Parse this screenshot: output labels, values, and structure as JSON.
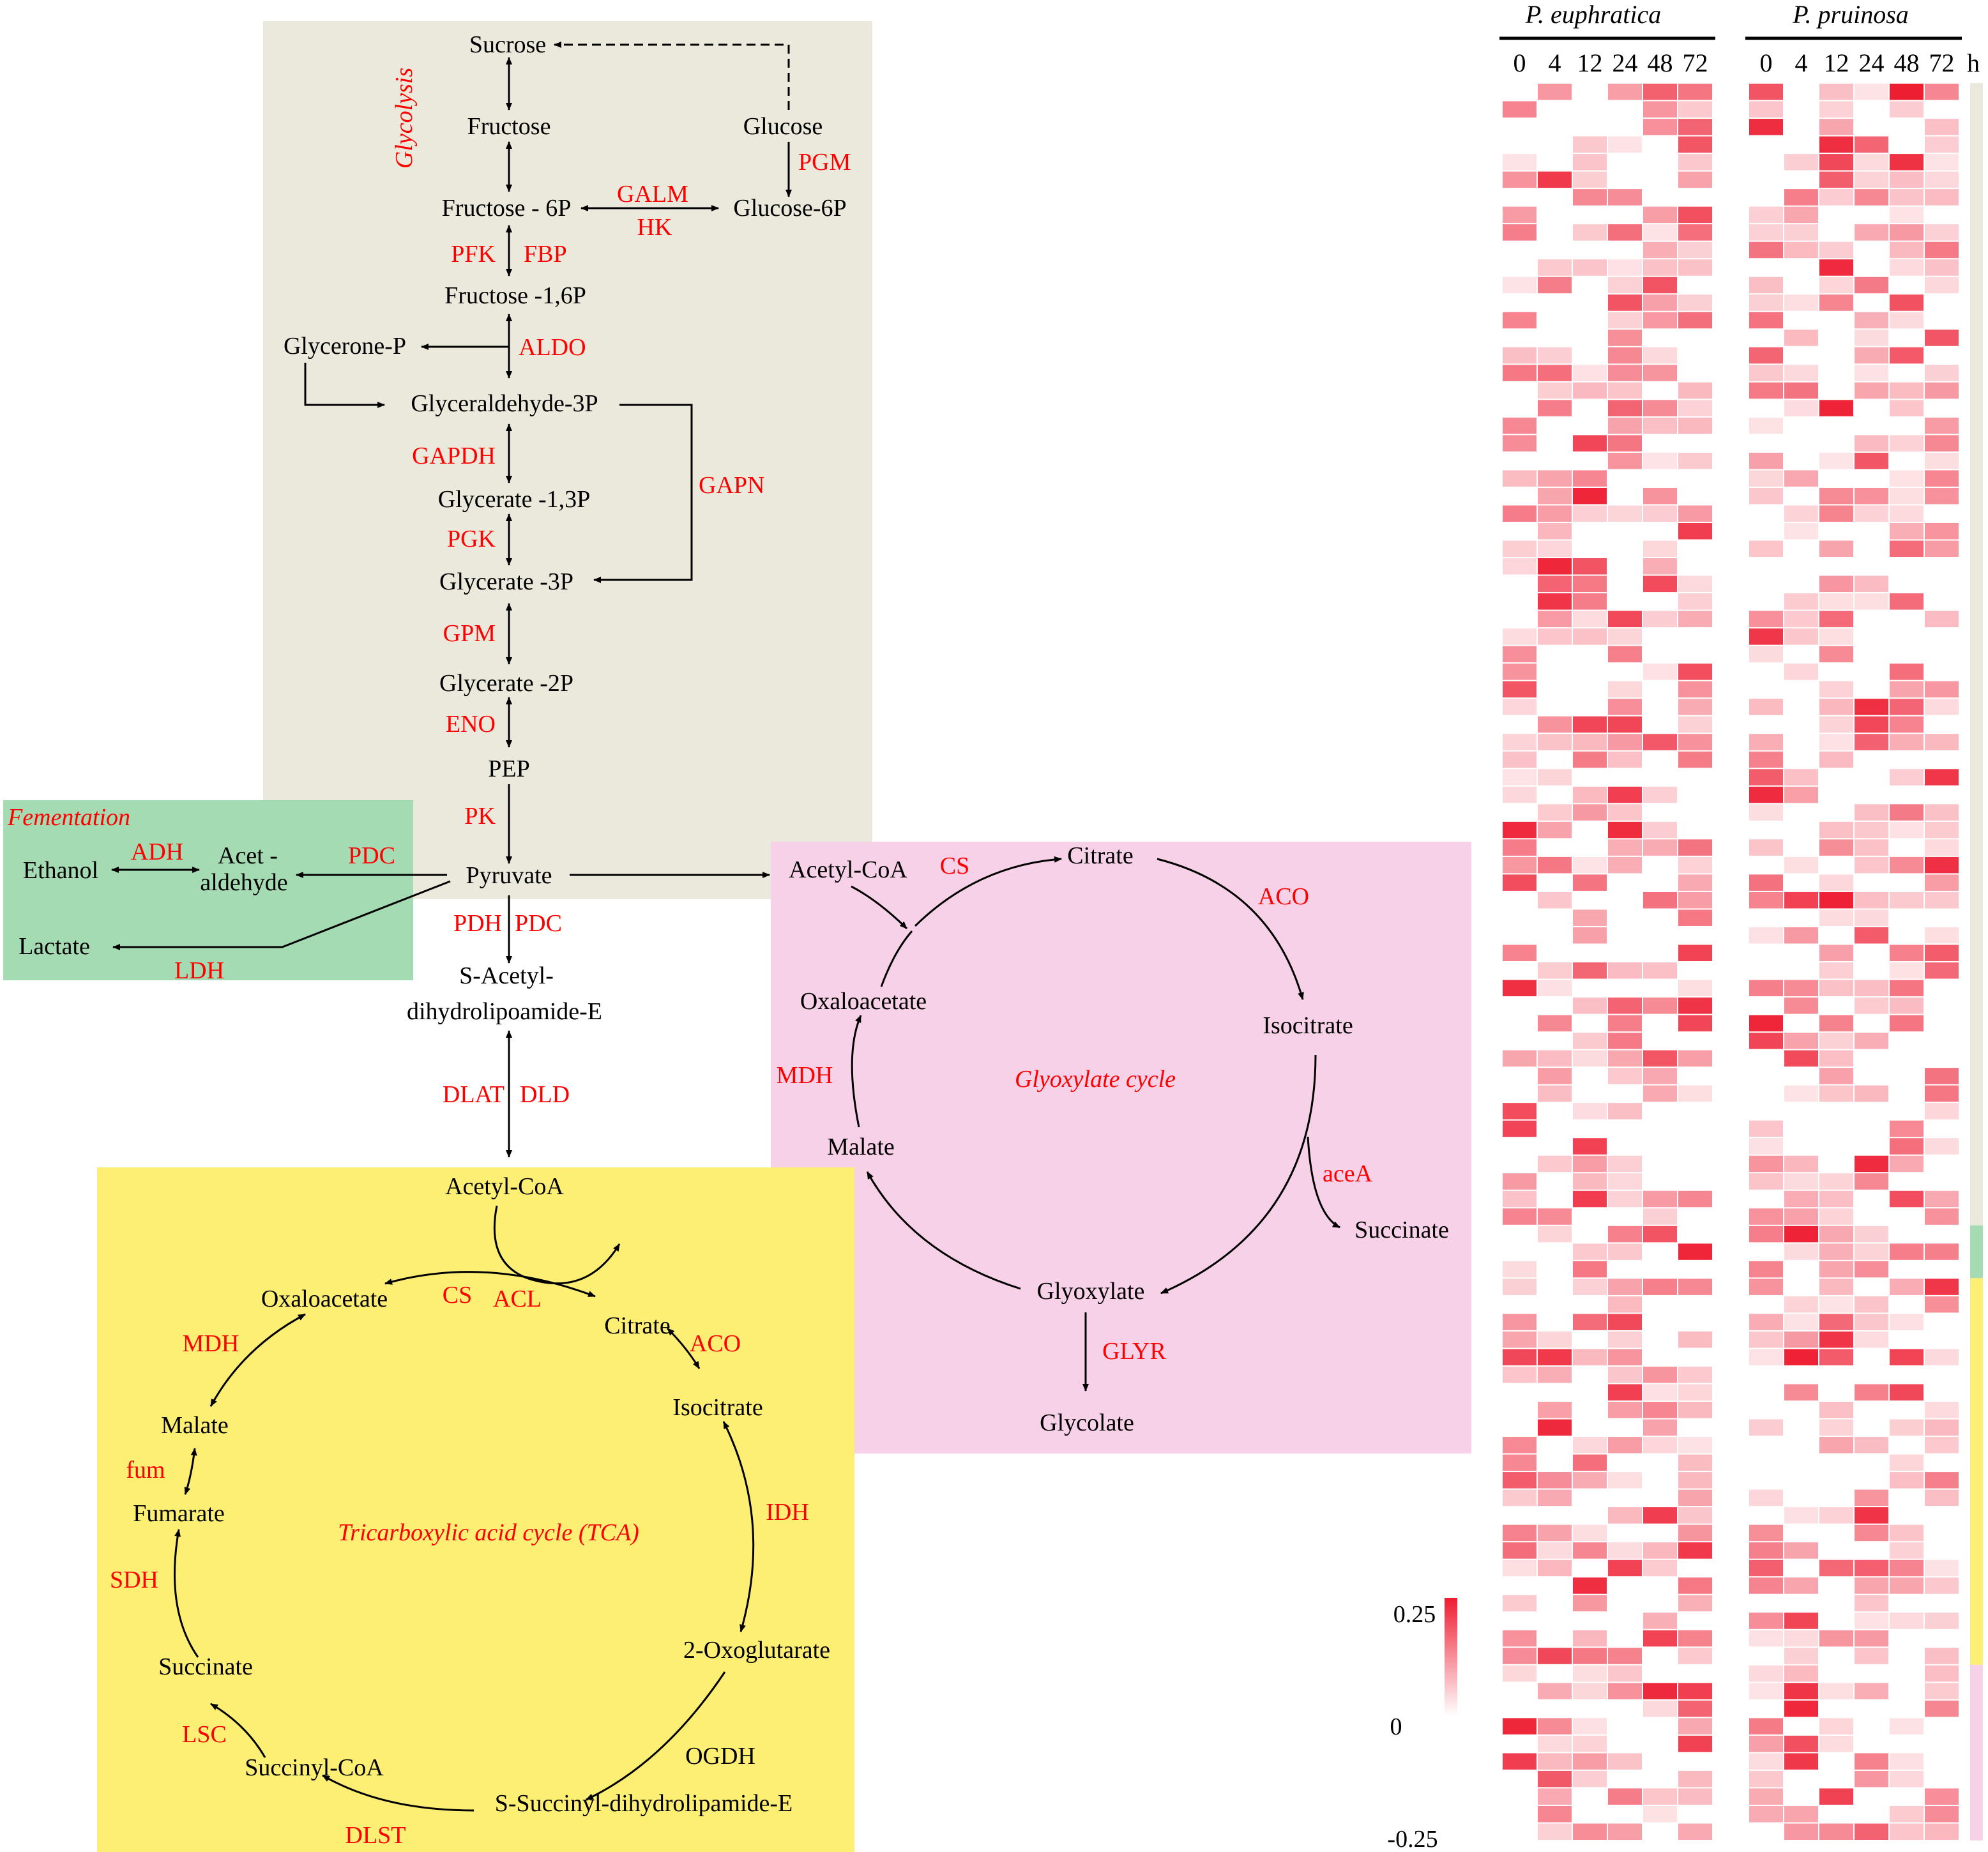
{
  "colors": {
    "glycolysis_bg": "#ebe9dc",
    "fermentation_bg": "#a5dbb2",
    "tca_bg": "#fdee74",
    "glyoxylate_bg": "#f7d1e7",
    "enzyme_text": "#ff0000",
    "heat_high": "#ee1d32"
  },
  "sections": {
    "glycolysis": "Glycolysis",
    "fermentation": "Fementation",
    "tca": "Tricarboxylic acid cycle (TCA)",
    "glyoxylate": "Glyoxylate cycle"
  },
  "glycolysis": {
    "sucrose": "Sucrose",
    "fructose": "Fructose",
    "glucose": "Glucose",
    "fructose_6p": "Fructose - 6P",
    "glucose_6p": "Glucose-6P",
    "fructose_16p": "Fructose -1,6P",
    "glycerone_p": "Glycerone-P",
    "glyceraldehyde_3p": "Glyceraldehyde-3P",
    "glycerate_13p": "Glycerate -1,3P",
    "glycerate_3p": "Glycerate -3P",
    "glycerate_2p": "Glycerate -2P",
    "pep": "PEP",
    "pyruvate": "Pyruvate",
    "s_acetyl": "S-Acetyl-",
    "dihydrolipoamide": "dihydrolipoamide-E",
    "enz_pgm": "PGM",
    "enz_galm": "GALM",
    "enz_hk": "HK",
    "enz_pfk": "PFK",
    "enz_fbp": "FBP",
    "enz_aldo": "ALDO",
    "enz_gapdh": "GAPDH",
    "enz_gapn": "GAPN",
    "enz_pgk": "PGK",
    "enz_gpm": "GPM",
    "enz_eno": "ENO",
    "enz_pk": "PK",
    "enz_pdh": "PDH",
    "enz_pdc": "PDC",
    "enz_dlat": "DLAT",
    "enz_dld": "DLD"
  },
  "fermentation": {
    "ethanol": "Ethanol",
    "acet": "Acet -",
    "aldehyde": "aldehyde",
    "lactate": "Lactate",
    "enz_adh": "ADH",
    "enz_pdc": "PDC",
    "enz_ldh": "LDH"
  },
  "tca": {
    "acetyl_coa": "Acetyl-CoA",
    "oxaloacetate": "Oxaloacetate",
    "citrate": "Citrate",
    "isocitrate": "Isocitrate",
    "malate": "Malate",
    "fumarate": "Fumarate",
    "succinate": "Succinate",
    "oxoglutarate": "2-Oxoglutarate",
    "succinyl_coa": "Succinyl-CoA",
    "s_succinyl": "S-Succinyl-dihydrolipamide-E",
    "enz_cs": "CS",
    "enz_acl": "ACL",
    "enz_aco": "ACO",
    "enz_mdh": "MDH",
    "enz_fum": "fum",
    "enz_idh": "IDH",
    "enz_sdh": "SDH",
    "enz_ogdh": "OGDH",
    "enz_lsc": "LSC",
    "enz_dlst": "DLST"
  },
  "glyoxylate": {
    "acetyl_coa": "Acetyl-CoA",
    "citrate": "Citrate",
    "oxaloacetate": "Oxaloacetate",
    "isocitrate": "Isocitrate",
    "malate": "Malate",
    "succinate": "Succinate",
    "glyoxylate": "Glyoxylate",
    "glycolate": "Glycolate",
    "enz_cs": "CS",
    "enz_aco": "ACO",
    "enz_mdh": "MDH",
    "enz_acea": "aceA",
    "enz_glyr": "GLYR"
  },
  "heatmap": {
    "species": [
      "P. euphratica",
      "P. pruinosa"
    ],
    "timepoints": [
      "0",
      "4",
      "12",
      "24",
      "48",
      "72"
    ],
    "unit": "h",
    "colorbar_labels": [
      "0.25",
      "0",
      "-0.25"
    ],
    "colorbar_range": [
      -0.25,
      0.25
    ],
    "rows": 100,
    "pathway_bar": [
      {
        "color": "#ebe9dc",
        "rows": 65
      },
      {
        "color": "#a5dbb2",
        "rows": 3
      },
      {
        "color": "#fdee74",
        "rows": 22
      },
      {
        "color": "#f7d1e7",
        "rows": 10
      }
    ]
  }
}
